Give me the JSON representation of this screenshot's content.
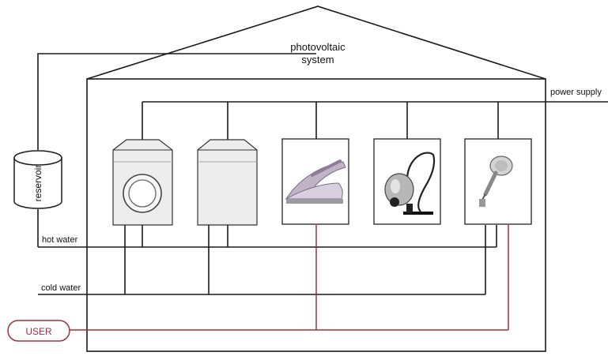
{
  "labels": {
    "photovoltaic_line1": "photovoltaic",
    "photovoltaic_line2": "system",
    "power_supply": "power supply",
    "reservoir": "reservoir",
    "hot_water": "hot water",
    "cold_water": "cold water",
    "user": "USER"
  },
  "colors": {
    "line": "#1a1a1a",
    "user_line": "#a0303a",
    "user_fill": "#ffffff"
  },
  "appliances": [
    {
      "name": "washing-machine",
      "icon": "washing-machine-icon"
    },
    {
      "name": "dryer",
      "icon": "dryer-icon"
    },
    {
      "name": "iron",
      "icon": "iron-icon"
    },
    {
      "name": "vacuum-cleaner",
      "icon": "vacuum-cleaner-icon"
    },
    {
      "name": "shower",
      "icon": "shower-icon"
    }
  ]
}
